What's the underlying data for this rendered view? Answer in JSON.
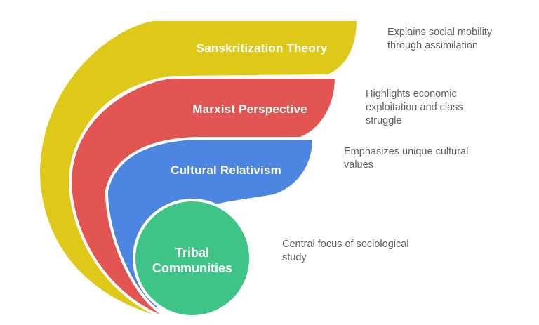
{
  "diagram": {
    "bands": [
      {
        "id": "sanskritization-theory",
        "label": "Sanskritization Theory",
        "description": "Explains social mobility through assimilation",
        "color": "#dfc918"
      },
      {
        "id": "marxist-perspective",
        "label": "Marxist Perspective",
        "description": "Highlights economic exploitation and class struggle",
        "color": "#e25552"
      },
      {
        "id": "cultural-relativism",
        "label": "Cultural Relativism",
        "description": "Emphasizes unique cultural values",
        "color": "#4c86e0"
      }
    ],
    "center": {
      "id": "tribal-communities",
      "label": "Tribal Communities",
      "description": "Central focus of sociological study",
      "color": "#3dc486"
    }
  },
  "colors": {
    "background": "#ffffff",
    "band_label_text": "#ffffff",
    "description_text": "#5d5e60",
    "separator": "#ffffff"
  }
}
